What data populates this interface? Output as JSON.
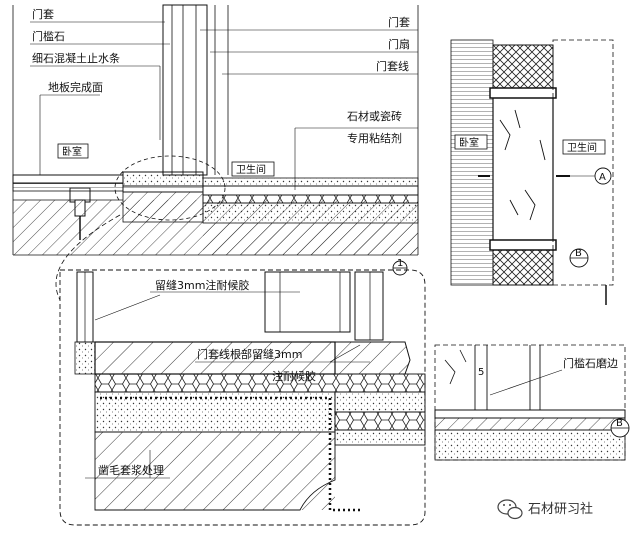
{
  "main_section": {
    "left_labels": [
      "门套",
      "门槛石",
      "细石混凝土止水条",
      "地板完成面"
    ],
    "right_labels": [
      "门套",
      "门扇",
      "门套线"
    ],
    "tile_labels": [
      "石材或瓷砖",
      "专用粘结剂"
    ],
    "room_left": "卧室",
    "room_right": "卫生间",
    "marker": "1"
  },
  "detail_section": {
    "label_gap": "留缝3mm注耐候胶",
    "label_root_1": "门套线根部留缝3mm",
    "label_root_2": "注耐候胶",
    "label_base": "凿毛套浆处理"
  },
  "plan_section": {
    "room_left": "卧室",
    "room_right": "卫生间",
    "marker_a": "A",
    "marker_b": "B"
  },
  "small_section": {
    "label": "门槛石磨边",
    "marker": "B",
    "number": "5"
  },
  "watermark": {
    "text": "石材研习社"
  }
}
